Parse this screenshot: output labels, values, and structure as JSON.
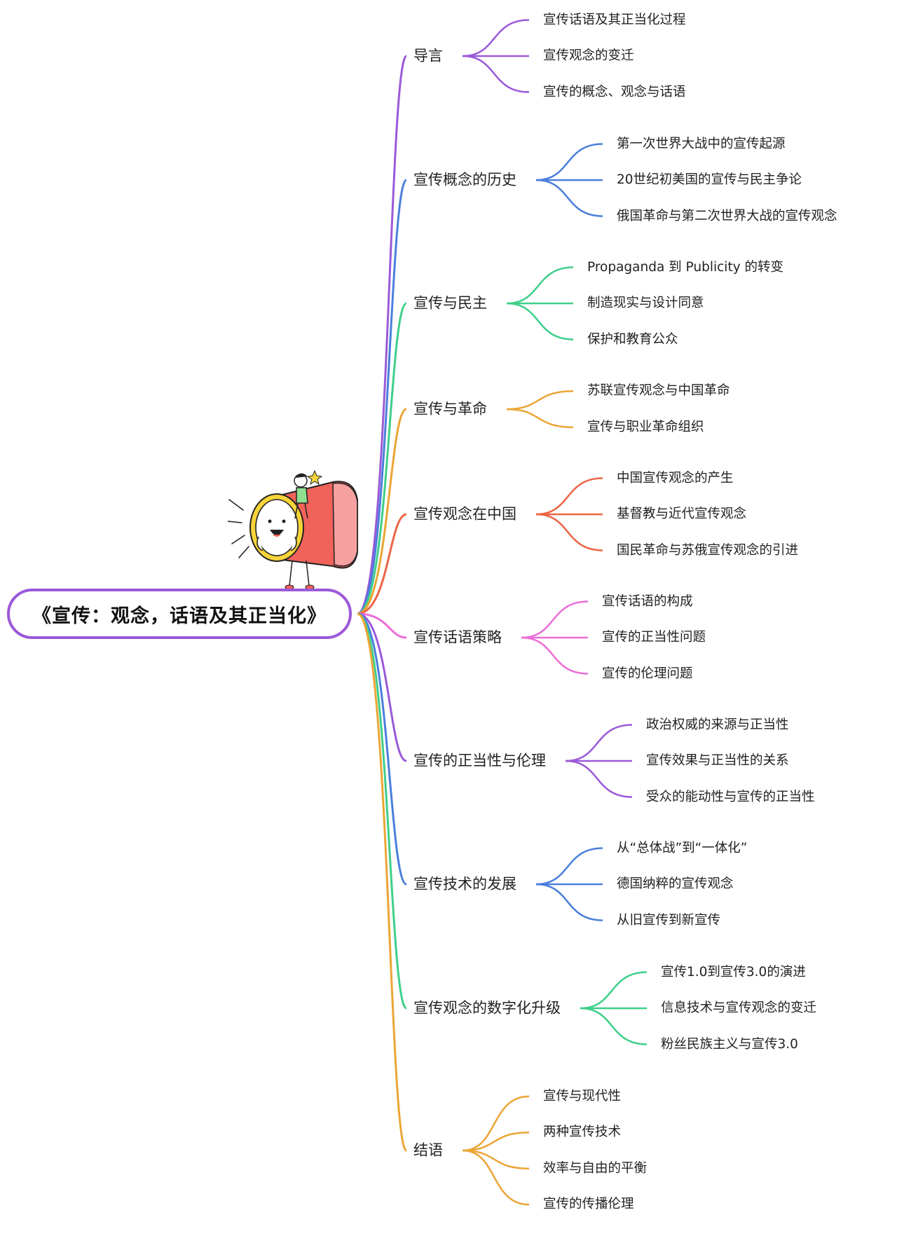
{
  "root": {
    "title": "《宣传：观念，话语及其正当化》"
  },
  "branches": [
    {
      "label": "导言",
      "color": "#9b59d9",
      "children": [
        "宣传话语及其正当化过程",
        "宣传观念的变迁",
        "宣传的概念、观念与话语"
      ]
    },
    {
      "label": "宣传概念的历史",
      "color": "#4a7fdc",
      "children": [
        "第一次世界大战中的宣传起源",
        "20世纪初美国的宣传与民主争论",
        "俄国革命与第二次世界大战的宣传观念"
      ]
    },
    {
      "label": "宣传与民主",
      "color": "#3fcf8a",
      "children": [
        "Propaganda 到 Publicity 的转变",
        "制造现实与设计同意",
        "保护和教育公众"
      ]
    },
    {
      "label": "宣传与革命",
      "color": "#eba535",
      "children": [
        "苏联宣传观念与中国革命",
        "宣传与职业革命组织"
      ]
    },
    {
      "label": "宣传观念在中国",
      "color": "#ec6446",
      "children": [
        "中国宣传观念的产生",
        "基督教与近代宣传观念",
        "国民革命与苏俄宣传观念的引进"
      ]
    },
    {
      "label": "宣传话语策略",
      "color": "#ec6ed6",
      "children": [
        "宣传话语的构成",
        "宣传的正当性问题",
        "宣传的伦理问题"
      ]
    },
    {
      "label": "宣传的正当性与伦理",
      "color": "#9b59d9",
      "children": [
        "政治权威的来源与正当性",
        "宣传效果与正当性的关系",
        "受众的能动性与宣传的正当性"
      ]
    },
    {
      "label": "宣传技术的发展",
      "color": "#4a7fdc",
      "children": [
        "从“总体战”到“一体化”",
        "德国纳粹的宣传观念",
        "从旧宣传到新宣传"
      ]
    },
    {
      "label": "宣传观念的数字化升级",
      "color": "#3fcf8a",
      "children": [
        "宣传1.0到宣传3.0的演进",
        "信息技术与宣传观念的变迁",
        "粉丝民族主义与宣传3.0"
      ]
    },
    {
      "label": "结语",
      "color": "#eba535",
      "children": [
        "宣传与现代性",
        "两种宣传技术",
        "效率与自由的平衡",
        "宣传的传播伦理"
      ]
    }
  ],
  "illustration": {
    "icon": "megaphone-illustration",
    "colors": {
      "horn": "#f0625a",
      "rim": "#f7d43a",
      "outline": "#222222"
    }
  }
}
